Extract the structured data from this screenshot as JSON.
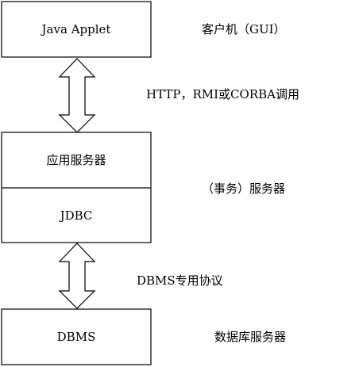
{
  "boxes": {
    "applet": "Java Applet",
    "app_server": "应用服务器",
    "jdbc": "JDBC",
    "dbms": "DBMS"
  },
  "labels": {
    "client": "客户机（GUI）",
    "protocols": "HTTP，RMI或CORBA调用",
    "server_tier": "（事务）服务器",
    "dbms_protocol": "DBMS专用协议",
    "db_server": "数据库服务器"
  }
}
